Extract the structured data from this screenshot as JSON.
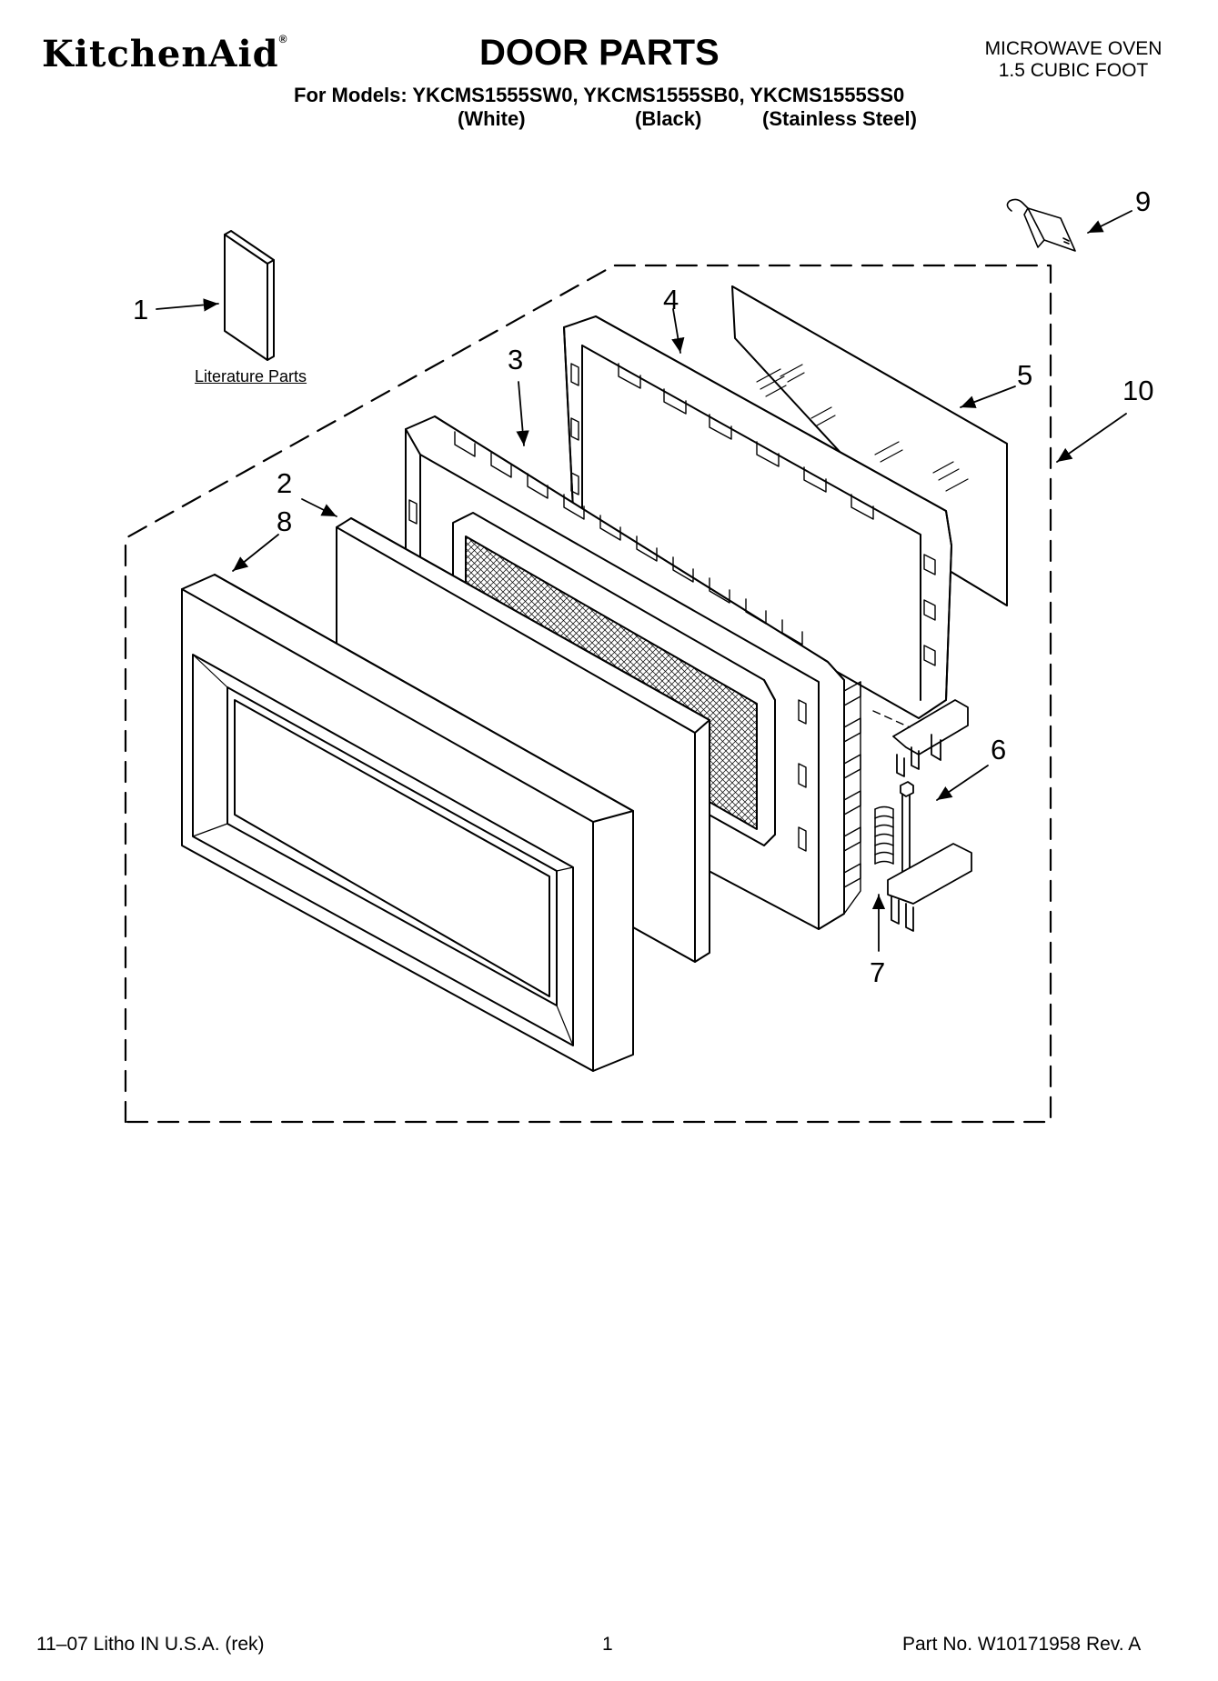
{
  "header": {
    "brand": "KitchenAid",
    "title": "DOOR PARTS",
    "product_line1": "MICROWAVE OVEN",
    "product_line2": "1.5 CUBIC FOOT",
    "models": "For Models: YKCMS1555SW0, YKCMS1555SB0, YKCMS1555SS0",
    "variant_white": "(White)",
    "variant_black": "(Black)",
    "variant_stainless": "(Stainless Steel)"
  },
  "callouts": {
    "c1": "1",
    "c2": "2",
    "c3": "3",
    "c4": "4",
    "c5": "5",
    "c6": "6",
    "c7": "7",
    "c8": "8",
    "c9": "9",
    "c10": "10"
  },
  "literature_label": "Literature Parts",
  "footer": {
    "left": "11–07 Litho IN U.S.A. (rek)",
    "page": "1",
    "part_no": "Part No. W10171958 Rev. A"
  }
}
